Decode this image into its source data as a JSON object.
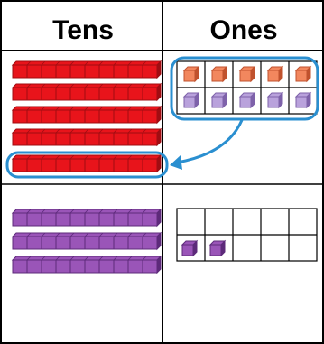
{
  "headers": {
    "tens": "Tens",
    "ones": "Ones"
  },
  "colors": {
    "red_rod": "#e8141b",
    "red_rod_dark": "#a00d12",
    "purple": "#9a55b8",
    "purple_dark": "#5d2a7a",
    "orange_cube": "#f2875e",
    "orange_cube_dark": "#c0522e",
    "lilac_cube": "#b9a2dc",
    "lilac_cube_dark": "#7e62aa",
    "arrow": "#2a8fd0",
    "grid": "#000000"
  },
  "tens_groups": [
    {
      "name": "red",
      "rods": 5,
      "color": "red_rod",
      "circled_rod": 5
    },
    {
      "name": "purple",
      "rods": 3,
      "color": "purple"
    }
  ],
  "ones_groups": [
    {
      "name": "top-frame",
      "filled_cells": 10,
      "row1_color": "orange_cube",
      "row2_color": "lilac_cube",
      "circled": true
    },
    {
      "name": "bottom-frame",
      "filled_cells": 2,
      "color": "purple"
    }
  ],
  "icons": {
    "regroup_arrow": "curved-arrow-icon"
  }
}
